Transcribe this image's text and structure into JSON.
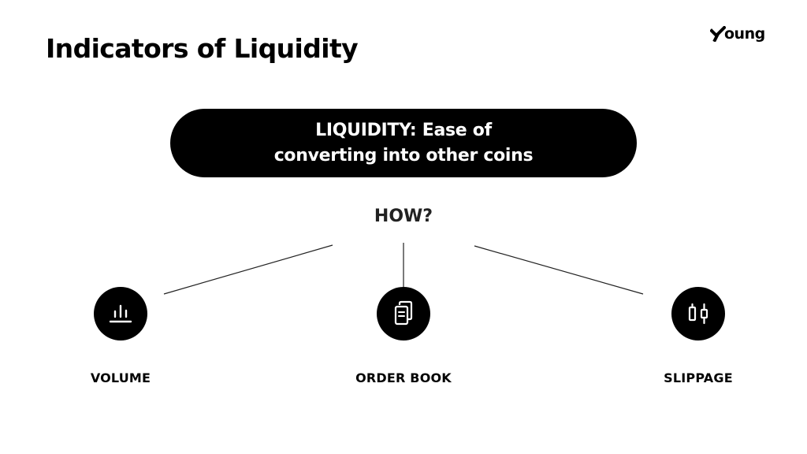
{
  "slide": {
    "title": "Indicators of Liquidity",
    "logo_text": "oung"
  },
  "definition": {
    "line1": "LIQUIDITY: Ease of",
    "line2": "converting into other coins"
  },
  "question": "HOW?",
  "indicators": [
    {
      "label": "VOLUME",
      "icon": "volume-bars-icon"
    },
    {
      "label": "ORDER BOOK",
      "icon": "order-book-pages-icon"
    },
    {
      "label": "SLIPPAGE",
      "icon": "candlestick-icon"
    }
  ],
  "colors": {
    "primary": "#000000",
    "background": "#ffffff",
    "inverse_text": "#ffffff"
  }
}
